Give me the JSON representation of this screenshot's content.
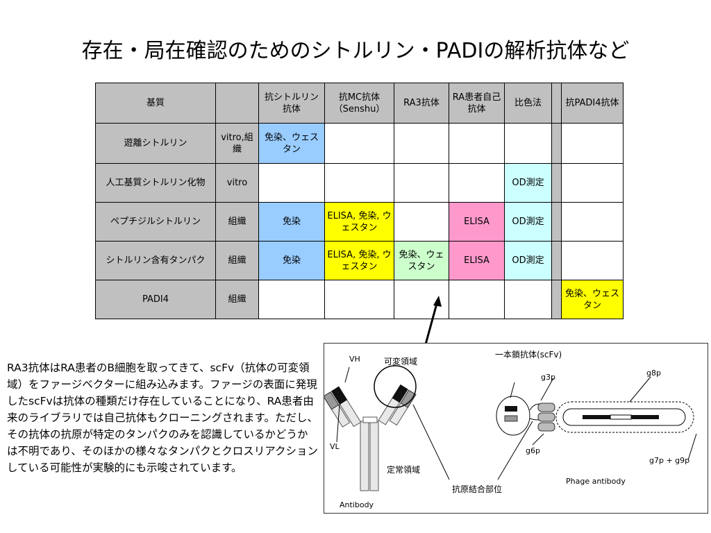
{
  "slide": {
    "title": "存在・局在確認のためのシトルリン・PADIの解析抗体など"
  },
  "table": {
    "headers": [
      "基質",
      "",
      "抗シトルリン抗体",
      "抗MC抗体（Senshu）",
      "RA3抗体",
      "RA患者自己抗体",
      "比色法",
      "",
      "抗PADI4抗体"
    ],
    "rows": [
      {
        "label": "遊離シトルリン",
        "source": "vitro,組織",
        "cells": [
          {
            "text": "免染、ウェスタン",
            "color": "blue"
          },
          {
            "text": "",
            "color": ""
          },
          {
            "text": "",
            "color": ""
          },
          {
            "text": "",
            "color": ""
          },
          {
            "text": "",
            "color": ""
          },
          {
            "text": "",
            "color": "gap"
          },
          {
            "text": "",
            "color": ""
          }
        ]
      },
      {
        "label": "人工基質シトルリン化物",
        "source": "vitro",
        "cells": [
          {
            "text": "",
            "color": ""
          },
          {
            "text": "",
            "color": ""
          },
          {
            "text": "",
            "color": ""
          },
          {
            "text": "",
            "color": ""
          },
          {
            "text": "OD測定",
            "color": "cyan"
          },
          {
            "text": "",
            "color": "gap"
          },
          {
            "text": "",
            "color": ""
          }
        ]
      },
      {
        "label": "ペプチジルシトルリン",
        "source": "組織",
        "cells": [
          {
            "text": "免染",
            "color": "blue"
          },
          {
            "text": "ELISA, 免染, ウェスタン",
            "color": "yellow"
          },
          {
            "text": "",
            "color": ""
          },
          {
            "text": "ELISA",
            "color": "pink"
          },
          {
            "text": "OD測定",
            "color": "cyan"
          },
          {
            "text": "",
            "color": "gap"
          },
          {
            "text": "",
            "color": ""
          }
        ]
      },
      {
        "label": "シトルリン含有タンパク",
        "source": "組織",
        "cells": [
          {
            "text": "免染",
            "color": "blue"
          },
          {
            "text": "ELISA, 免染, ウェスタン",
            "color": "yellow"
          },
          {
            "text": "免染、ウェスタン",
            "color": "green"
          },
          {
            "text": "ELISA",
            "color": "pink"
          },
          {
            "text": "OD測定",
            "color": "cyan"
          },
          {
            "text": "",
            "color": "gap"
          },
          {
            "text": "",
            "color": ""
          }
        ]
      },
      {
        "label": "PADI4",
        "source": "組織",
        "cells": [
          {
            "text": "",
            "color": ""
          },
          {
            "text": "",
            "color": ""
          },
          {
            "text": "",
            "color": ""
          },
          {
            "text": "",
            "color": ""
          },
          {
            "text": "",
            "color": ""
          },
          {
            "text": "",
            "color": "gap"
          },
          {
            "text": "免染、ウェスタン",
            "color": "yellow"
          }
        ]
      }
    ]
  },
  "note": {
    "text": "RA3抗体はRA患者のB細胞を取ってきて、scFv（抗体の可変領域）をファージベクターに組み込みます。ファージの表面に発現したscFvは抗体の種類だけ存在していることになり、RA患者由来のライブラリでは自己抗体もクローニングされます。ただし、その抗体の抗原が特定のタンパクのみを認識しているかどうかは不明であり、そのほかの様々なタンパクとクロスリアクションしている可能性が実験的にも示唆されています。"
  },
  "figure": {
    "vh": "VH",
    "vl": "VL",
    "variable_region": "可変領域",
    "constant_region": "定常領域",
    "antibody": "Antibody",
    "scfv": "一本鎖抗体(scFv)",
    "g3p": "g3p",
    "g8p": "g8p",
    "g6p": "g6p",
    "g7p_g9p": "g7p + g9p",
    "binding_site": "抗原結合部位",
    "phage_antibody": "Phage antibody"
  },
  "colors": {
    "header_gray": "#c0c0c0",
    "blue": "#99ccff",
    "yellow": "#ffff00",
    "green": "#ccffcc",
    "pink": "#ff99cc",
    "cyan": "#ccffff"
  }
}
